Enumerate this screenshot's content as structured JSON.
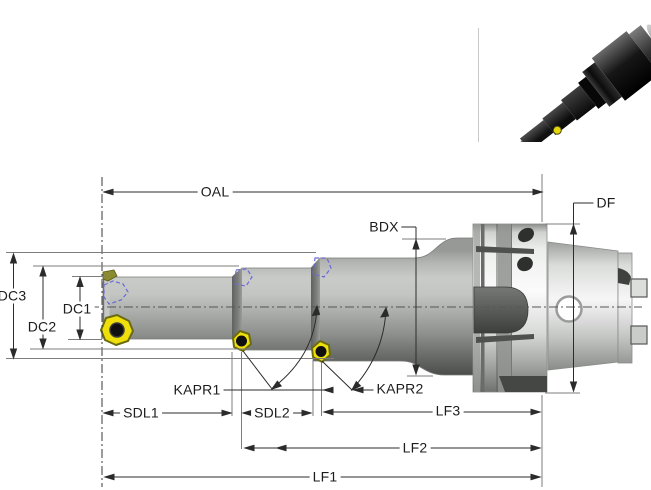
{
  "diagram": {
    "type": "technical-dimension-drawing",
    "labels": {
      "oal": "OAL",
      "df": "DF",
      "bdx": "BDX",
      "dc1": "DC1",
      "dc2": "DC2",
      "dc3": "DC3",
      "kapr1": "KAPR1",
      "kapr2": "KAPR2",
      "sdl1": "SDL1",
      "sdl2": "SDL2",
      "lf1": "LF1",
      "lf2": "LF2",
      "lf3": "LF3"
    },
    "colors": {
      "dimension_line": "#2b2b2b",
      "extension_line": "#7d7d7d",
      "centerline": "#555555",
      "insert_yellow": "#efe00c",
      "phantom_insert_blue": "#6a6ad4",
      "body_light": "#c9cbc9",
      "body_dark": "#454745"
    }
  },
  "photo": {
    "alt": "step-boring-tool-with-hsk-shank-three-yellow-inserts"
  }
}
